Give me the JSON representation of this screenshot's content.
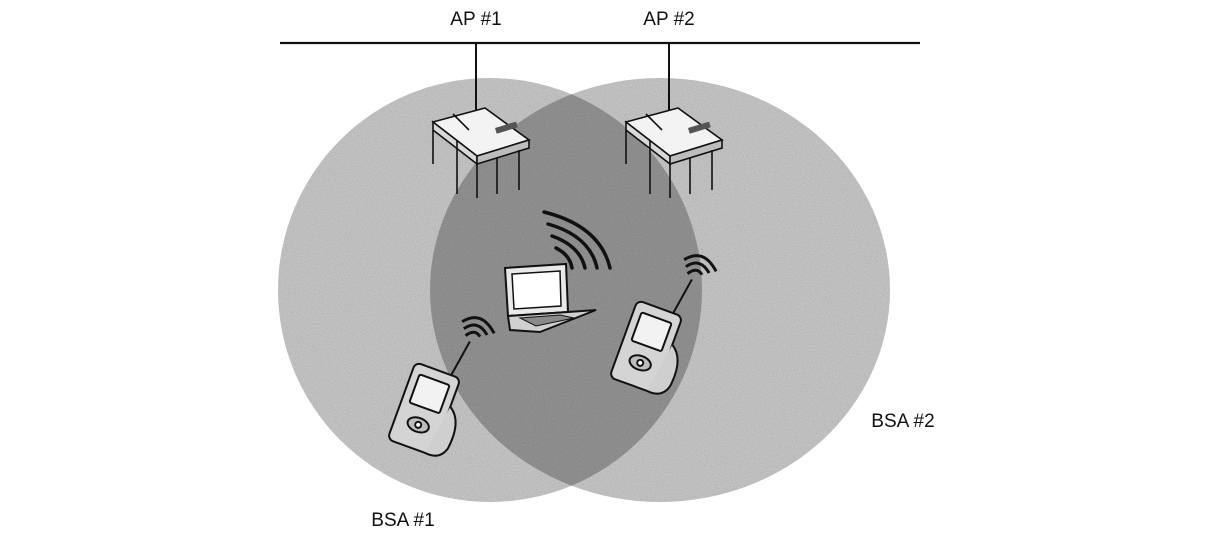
{
  "labels": {
    "ap1": "AP #1",
    "ap2": "AP #2",
    "bsa1": "BSA #1",
    "bsa2": "BSA #2"
  },
  "colors": {
    "coverage_light": "#cfcfcf",
    "coverage_overlap": "#9a9a9a",
    "line": "#111111"
  },
  "icons": {
    "access_points": [
      "access-point-icon",
      "access-point-icon"
    ],
    "laptop": "laptop-icon",
    "handhelds": [
      "handheld-device-icon",
      "handheld-device-icon"
    ],
    "signal": "wireless-signal-icon"
  }
}
